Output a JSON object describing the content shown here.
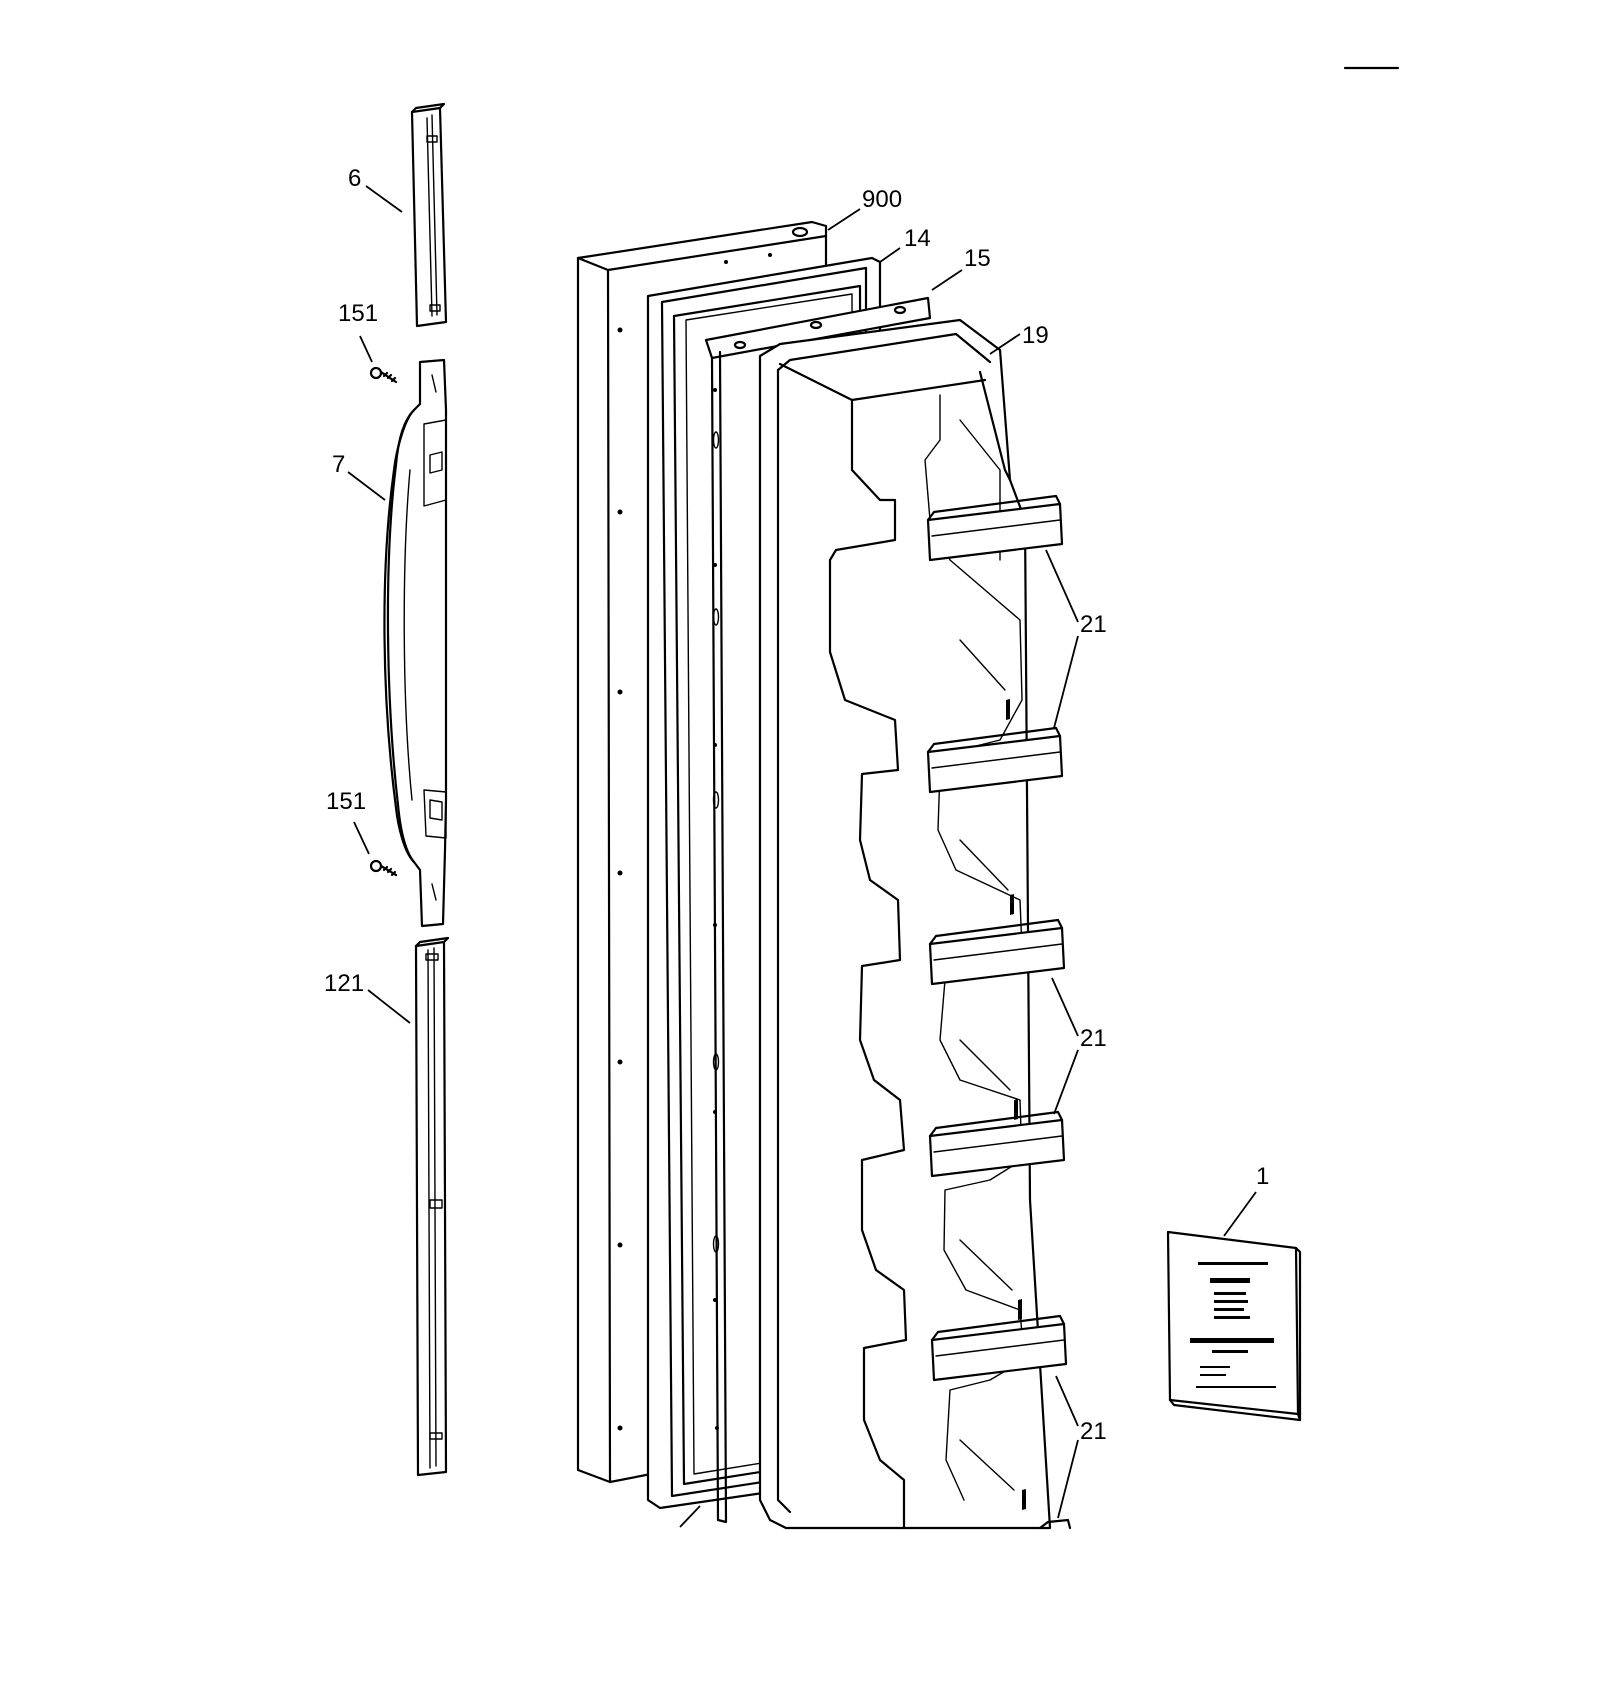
{
  "callouts": {
    "c6": "6",
    "c151a": "151",
    "c7": "7",
    "c151b": "151",
    "c121": "121",
    "c900": "900",
    "c14": "14",
    "c15": "15",
    "c19": "19",
    "c21a": "21",
    "c21b": "21",
    "c21c": "21",
    "c1": "1"
  }
}
